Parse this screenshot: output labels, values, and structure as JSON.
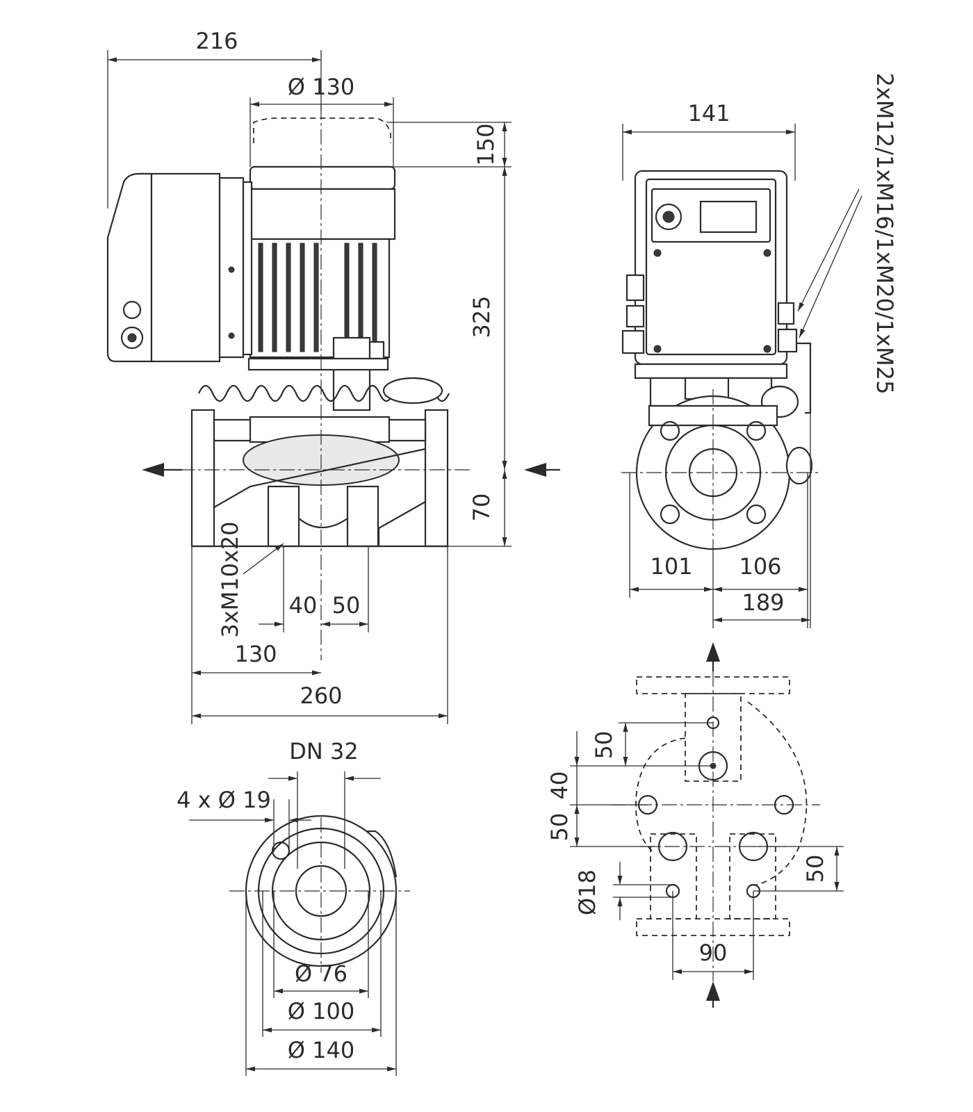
{
  "dimensions": {
    "top_offset": "216",
    "motor_diameter": "Ø 130",
    "top_clearance": "150",
    "motor_height": "325",
    "axis_height": "70",
    "foot_thread": "3xM10x20",
    "foot_spacing_left": "40",
    "foot_spacing_right": "50",
    "half_length": "130",
    "overall_length": "260",
    "width_top": "141",
    "cable_glands": "2xM12/1xM16/1xM20/1xM25",
    "side_left": "101",
    "side_right": "106",
    "side_total": "189",
    "nominal_size": "DN 32",
    "bolt_holes": "4 x Ø 19",
    "flange_d76": "Ø 76",
    "flange_d100": "Ø 100",
    "flange_d140": "Ø 140",
    "base_50_top": "50",
    "base_40": "40",
    "base_50_left": "50",
    "base_50_right": "50",
    "base_hole": "Ø18",
    "base_90": "90"
  }
}
